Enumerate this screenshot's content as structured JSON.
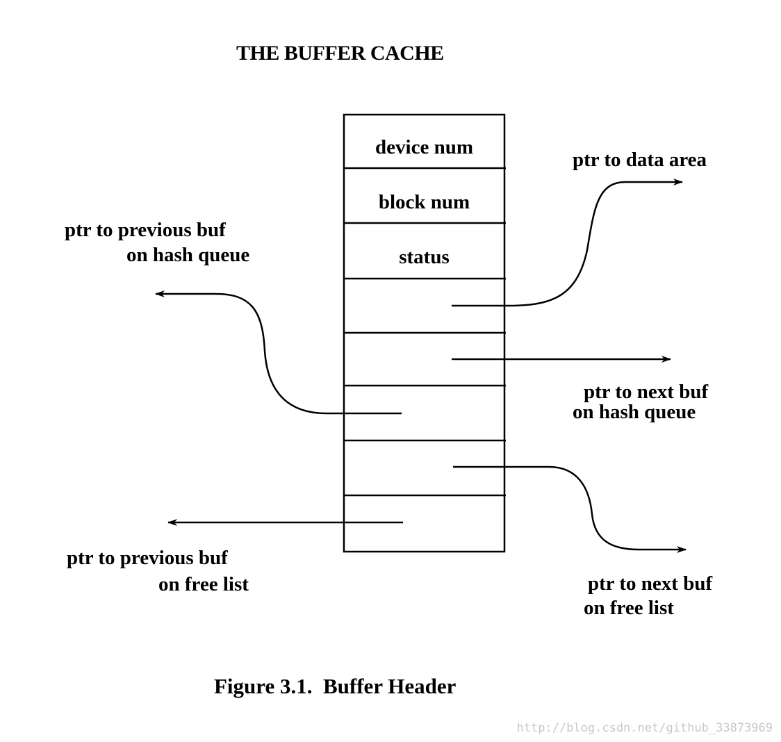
{
  "header": {
    "title": "THE BUFFER CACHE"
  },
  "header_fields": [
    {
      "label": "device num"
    },
    {
      "label": "block num"
    },
    {
      "label": "status"
    },
    {
      "label": ""
    },
    {
      "label": ""
    },
    {
      "label": ""
    },
    {
      "label": ""
    },
    {
      "label": ""
    }
  ],
  "pointers": {
    "prev_hash": [
      "ptr to previous buf",
      "on hash queue"
    ],
    "data_area": [
      "ptr to data area"
    ],
    "next_hash": [
      "ptr to next buf",
      "on hash queue"
    ],
    "prev_free": [
      "ptr to previous buf",
      "on free list"
    ],
    "next_free": [
      "ptr to next buf",
      "on free list"
    ]
  },
  "caption": {
    "text": "Figure 3.1.  Buffer Header"
  },
  "watermark": {
    "text": "http://blog.csdn.net/github_33873969"
  },
  "colors": {
    "ink": "#000000",
    "watermark": "#c8c8c8",
    "background": "#ffffff"
  }
}
